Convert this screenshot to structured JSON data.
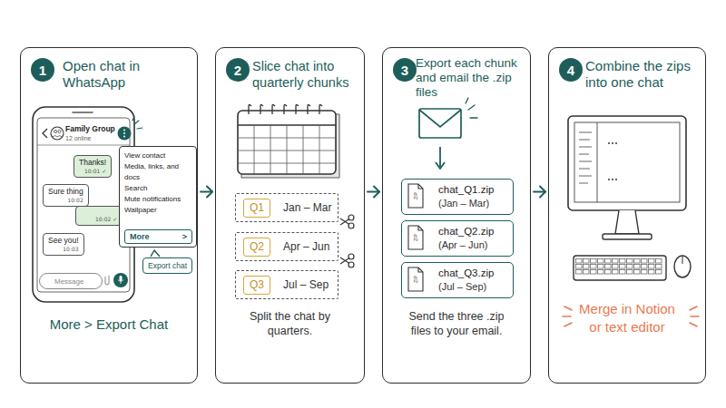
{
  "diagram": {
    "nodes": [
      {
        "text": [
          "Open chat in WhatsApp",
          "More > Export Chat"
        ]
      },
      {
        "text": [
          "1"
        ],
        "in": 0
      },
      {
        "text": [
          "Thanks!",
          "10:01 ✓"
        ],
        "in": 0
      },
      {
        "text": [
          "Sure thing",
          "10:02"
        ],
        "in": 0
      },
      {
        "text": [
          "10:02 ✓"
        ],
        "in": 0
      },
      {
        "text": [
          "See you!",
          "10:03"
        ],
        "in": 0
      },
      {
        "text": [
          "View contact",
          "Media, links, and docs",
          "Search",
          "Mute notifications",
          "Wallpaper"
        ],
        "in": 0
      },
      {
        "text": [
          "More",
          ">"
        ],
        "in": 6
      },
      {
        "text": [
          "Export chat"
        ],
        "in": 0
      },
      {
        "text": [
          "Message"
        ],
        "in": 0
      },
      {
        "text": [
          "Slice chat into quarterly chunks",
          "Split the chat by quarters."
        ]
      },
      {
        "text": [
          "2"
        ],
        "in": 10
      },
      {
        "text": [
          "Jan – Mar"
        ],
        "in": 10
      },
      {
        "text": [
          "Q1"
        ],
        "in": 12
      },
      {
        "text": [
          "Apr – Jun"
        ],
        "in": 10
      },
      {
        "text": [
          "Q2"
        ],
        "in": 14
      },
      {
        "text": [
          "Jul – Sep"
        ],
        "in": 10
      },
      {
        "text": [
          "Q3"
        ],
        "in": 16
      },
      {
        "text": [
          "Export each chunk and email the .zip files",
          "Send the three .zip files to your email."
        ]
      },
      {
        "text": [
          "3"
        ],
        "in": 18
      },
      {
        "text": [
          "chat_Q1.zip",
          "(Jan – Mar)"
        ],
        "in": 18
      },
      {
        "text": [
          "chat_Q2.zip",
          "(Apr – Jun)"
        ],
        "in": 18
      },
      {
        "text": [
          "chat_Q3.zip",
          "(Jul – Sep)"
        ],
        "in": 18
      },
      {
        "text": [
          "Combine the zips into one chat",
          "Merge in Notion or text editor"
        ]
      },
      {
        "text": [
          "4"
        ],
        "in": 23
      }
    ],
    "edges": [
      {
        "from": 0,
        "to": 10,
        "arrow": "to"
      },
      {
        "from": 10,
        "to": 18,
        "arrow": "to"
      },
      {
        "from": 18,
        "to": 23,
        "arrow": "to"
      }
    ],
    "labels": [
      "Family Group",
      "12 online",
      "ZIP",
      "ZIP",
      "ZIP"
    ]
  }
}
